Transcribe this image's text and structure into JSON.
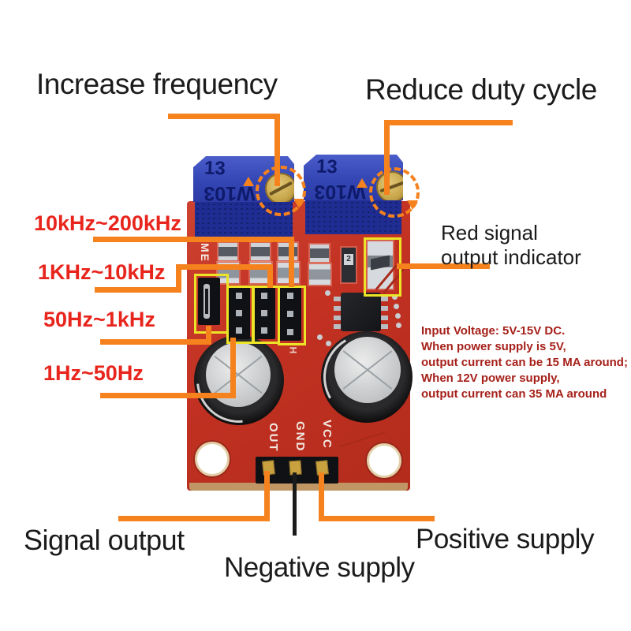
{
  "annotations": {
    "top_left_label": "Increase frequency",
    "top_right_label": "Reduce duty cycle",
    "frequency_ranges": [
      "10kHz~200kHz",
      "1KHz~10kHz",
      "50Hz~1kHz",
      "1Hz~50Hz"
    ],
    "led_note_line1": "Red signal",
    "led_note_line2": "output indicator",
    "power_note_lines": [
      "Input Voltage: 5V-15V DC.",
      "When power supply is 5V,",
      "output current can be 15 MA around;",
      "When 12V power supply,",
      "output current can 35 MA around"
    ],
    "bottom_left_label": "Signal output",
    "bottom_right_label": "Positive supply",
    "bottom_center_label": "Negative supply"
  },
  "pcb": {
    "pot_marking_top": "13",
    "pot_marking_front": "W103",
    "pin_labels": [
      "OUT",
      "GND",
      "VCC"
    ],
    "silkscreen_left": "ME",
    "smd_marking": "2"
  },
  "colors": {
    "annotation_orange": "#f6821e",
    "highlight_yellow": "#ece427",
    "label_red": "#e8251d",
    "note_dark_red": "#a6201a",
    "board_red": "#c23122",
    "pot_blue": "#2c3ba6",
    "text_black": "#1b1b1b"
  }
}
